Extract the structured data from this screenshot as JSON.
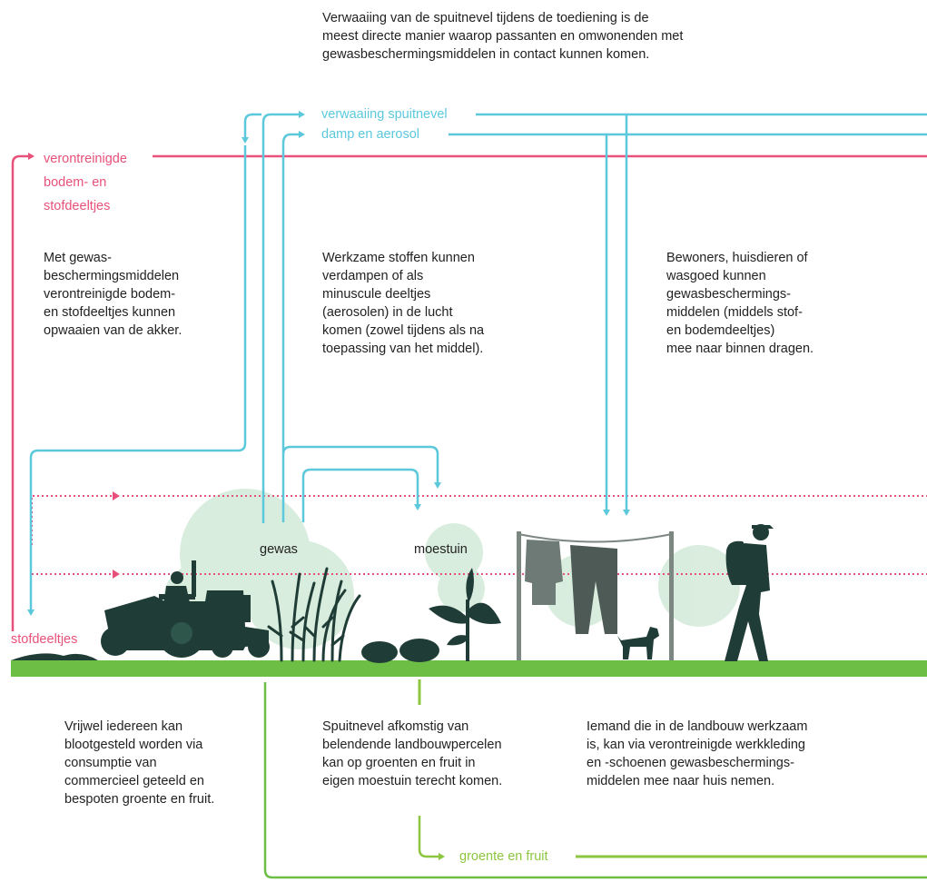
{
  "intro": [
    "Verwaaiing van de spuitnevel tijdens de toediening is de",
    "meest directe manier waarop passanten en omwonenden met",
    "gewasbeschermingsmiddelen in contact kunnen komen."
  ],
  "labels": {
    "drift": "verwaaiing spuitnevel",
    "vapour": "damp en aerosol",
    "soil_1": "verontreinigde",
    "soil_2": "bodem- en",
    "soil_3": "stofdeeltjes",
    "dust": "stofdeeltjes",
    "crop": "gewas",
    "garden": "moestuin",
    "produce": "groente en fruit"
  },
  "paragraphs": {
    "soil": [
      "Met gewas-",
      "beschermingsmiddelen",
      "verontreinigde bodem-",
      "en stofdeeltjes kunnen",
      "opwaaien van de akker."
    ],
    "vapour": [
      "Werkzame stoffen kunnen",
      "verdampen of als",
      "minuscule deeltjes",
      "(aerosolen) in de lucht",
      "komen (zowel tijdens als na",
      "toepassing van het middel)."
    ],
    "residents": [
      "Bewoners, huisdieren of",
      "wasgoed kunnen",
      "gewasbeschermings-",
      "middelen (middels stof-",
      "en bodemdeeltjes)",
      "mee naar binnen dragen."
    ],
    "consumption": [
      "Vrijwel iedereen kan",
      "blootgesteld worden via",
      "consumptie van",
      "commercieel geteeld en",
      "bespoten groente en fruit."
    ],
    "garden_drift": [
      "Spuitnevel afkomstig van",
      "belendende landbouwpercelen",
      "kan op groenten en fruit in",
      "eigen moestuin terecht komen."
    ],
    "workers": [
      "Iemand die in de landbouw werkzaam",
      "is, kan via verontreinigde werkkleding",
      "en -schoenen gewasbeschermings-",
      "middelen mee naar huis nemen."
    ]
  },
  "colors": {
    "pink": "#e8517a",
    "blue": "#5bc8dc",
    "green": "#6cbe45",
    "light_green": "#8cc63f",
    "silhouette": "#1f3d36",
    "cloud": "#cfe7d5"
  }
}
